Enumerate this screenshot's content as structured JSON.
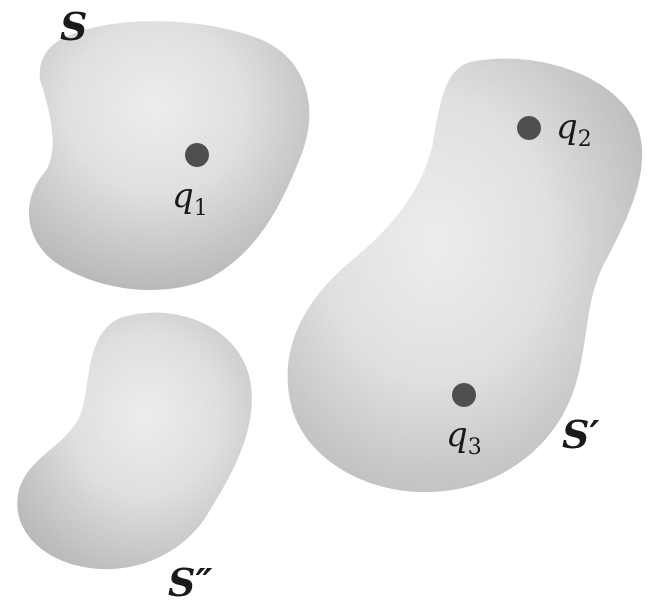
{
  "surfaces": [
    {
      "id": "S",
      "label": "S"
    },
    {
      "id": "S-prime",
      "label": "S′"
    },
    {
      "id": "S-double-prime",
      "label": "S″"
    }
  ],
  "charges": [
    {
      "id": "q1",
      "symbol": "q",
      "index": "1",
      "enclosed_by": "S"
    },
    {
      "id": "q2",
      "symbol": "q",
      "index": "2",
      "enclosed_by": "S′"
    },
    {
      "id": "q3",
      "symbol": "q",
      "index": "3",
      "enclosed_by": "S′"
    }
  ],
  "colors": {
    "surface_edge": "#b9b9b9",
    "surface_center": "#ffffff",
    "charge": "#4f4f4f",
    "text": "#1a1a1a"
  }
}
